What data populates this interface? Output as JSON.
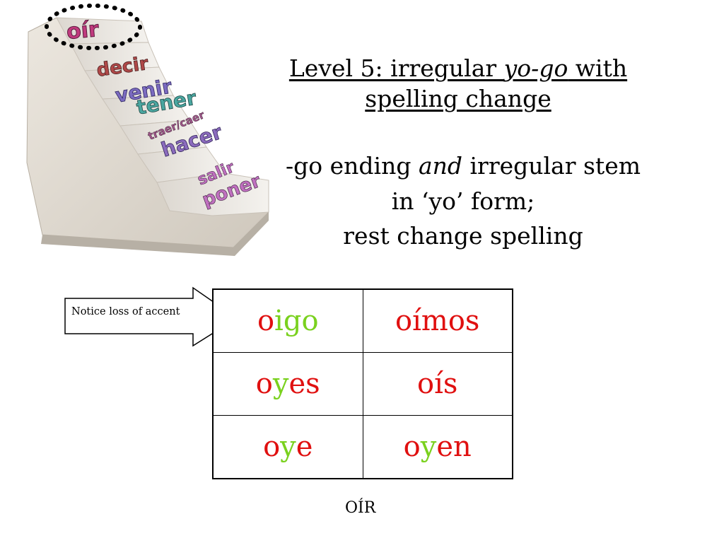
{
  "slide": {
    "title_line1_pre": "Level 5: irregular ",
    "title_line1_em": "yo-go",
    "title_line1_post": " with",
    "title_line2": "spelling change",
    "subtitle_line1_pre": "-go ending ",
    "subtitle_line1_em": "and",
    "subtitle_line1_post": " irregular stem",
    "subtitle_line2": "in ‘yo’ form;",
    "subtitle_line3": "rest change spelling"
  },
  "staircase": {
    "top_verb": "oír",
    "step_verbs": [
      "decir",
      "venir",
      "tener",
      "traer/caer",
      "hacer",
      "salir",
      "poner"
    ]
  },
  "callout": {
    "text": "Notice loss of accent"
  },
  "conjugation": {
    "rows": [
      {
        "left": [
          [
            "o",
            "red"
          ],
          [
            "igo",
            "green"
          ]
        ],
        "right": [
          [
            "oímos",
            "red"
          ]
        ]
      },
      {
        "left": [
          [
            "o",
            "red"
          ],
          [
            "y",
            "green"
          ],
          [
            "es",
            "red"
          ]
        ],
        "right": [
          [
            "oís",
            "red"
          ]
        ]
      },
      {
        "left": [
          [
            "o",
            "red"
          ],
          [
            "y",
            "green"
          ],
          [
            "e",
            "red"
          ]
        ],
        "right": [
          [
            "o",
            "red"
          ],
          [
            "y",
            "green"
          ],
          [
            "en",
            "red"
          ]
        ]
      }
    ]
  },
  "caption": "OÍR",
  "colors": {
    "ending": "#e01010",
    "stem_change": "#7ad11e"
  }
}
